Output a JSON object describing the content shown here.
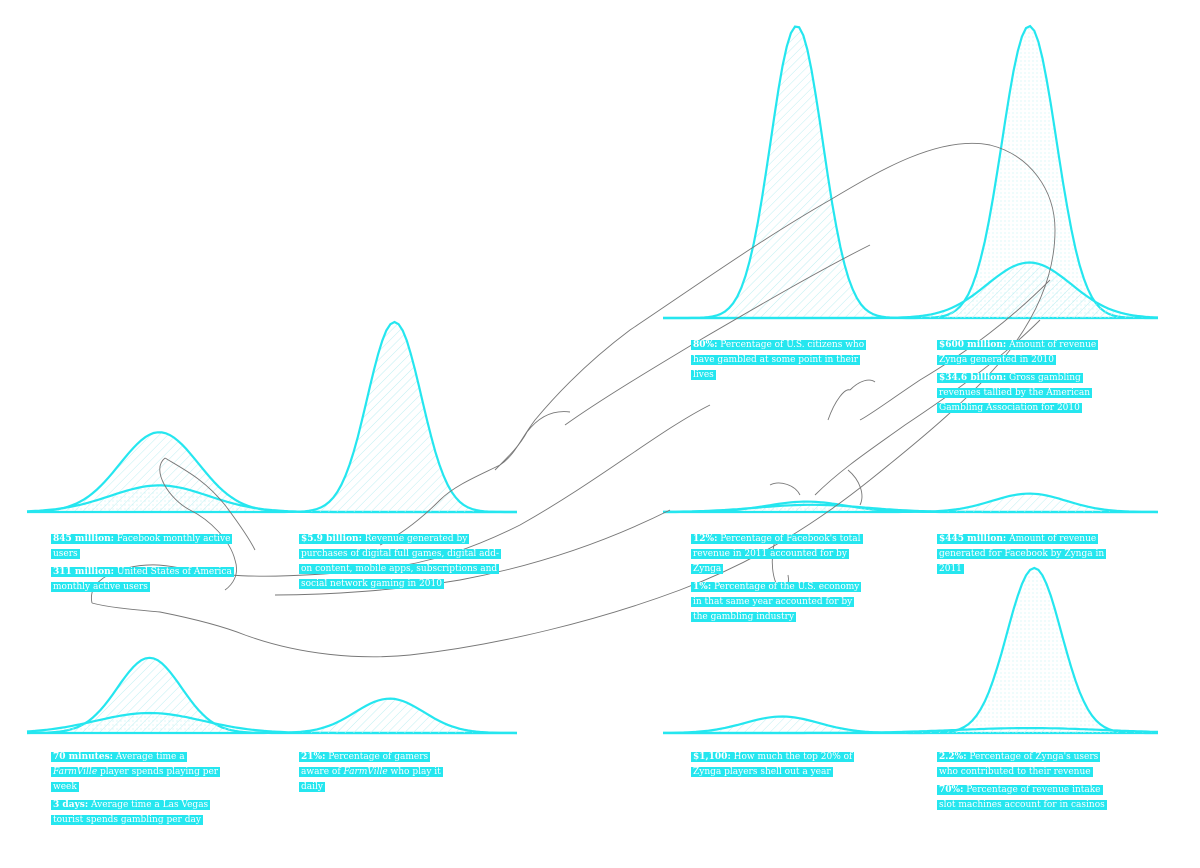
{
  "colors": {
    "accent": "#25e6ef",
    "label_text": "#ffffff",
    "drawing_line": "#777777",
    "background": "#ffffff"
  },
  "chart_data": {
    "type": "area",
    "panels": [
      {
        "id": "p1",
        "curves": [
          {
            "peak": 0.42,
            "center": 0.27,
            "width": 0.16
          },
          {
            "peak": 0.14,
            "center": 0.27,
            "width": 0.2
          },
          {
            "peak": 1.0,
            "center": 0.75,
            "width": 0.11
          }
        ],
        "stats": [
          [
            {
              "value": "845 million:",
              "text": " Facebook monthly active users"
            },
            {
              "value": "311 million:",
              "text": " United States of America monthly active users"
            }
          ],
          [
            {
              "value": "$5.9 billion:",
              "text": " Revenue generated by purchases of digital full games, digital add-on content, mobile apps, subscriptions and social network gaming in 2010"
            }
          ]
        ]
      },
      {
        "id": "p2",
        "curves": [
          {
            "peak": 1.0,
            "center": 0.27,
            "width": 0.105
          },
          {
            "peak": 1.0,
            "center": 0.74,
            "width": 0.11
          },
          {
            "peak": 0.19,
            "center": 0.74,
            "width": 0.17
          }
        ],
        "stats": [
          [
            {
              "value": "80%:",
              "text": " Percentage of U.S. citizens who have gambled at some point in their lives"
            }
          ],
          [
            {
              "value": "$600 million:",
              "text": " Amount of revenue Zynga generated in 2010"
            },
            {
              "value": "$34.6 billion:",
              "text": " Gross gambling revenues tallied by the American Gambling Association for 2010"
            }
          ]
        ]
      },
      {
        "id": "p3",
        "curves": [
          {
            "peak": 0.13,
            "center": 0.29,
            "width": 0.16
          },
          {
            "peak": 0.09,
            "center": 0.3,
            "width": 0.22
          },
          {
            "peak": 0.23,
            "center": 0.74,
            "width": 0.15
          }
        ],
        "stats": [
          [
            {
              "value": "12%:",
              "text": " Percentage of Facebook's total revenue in 2011 accounted for by Zynga"
            },
            {
              "value": "1%:",
              "text": " Percentage of the U.S. economy in that same year accounted for by the gambling industry"
            }
          ],
          [
            {
              "value": "$445 million:",
              "text": " Amount of revenue generated for Facebook by Zynga in 2011"
            }
          ]
        ]
      },
      {
        "id": "p4",
        "curves": [
          {
            "peak": 0.94,
            "center": 0.25,
            "width": 0.13
          },
          {
            "peak": 0.25,
            "center": 0.25,
            "width": 0.22
          },
          {
            "peak": 0.43,
            "center": 0.74,
            "width": 0.14
          }
        ],
        "stats": [
          [
            {
              "value": "70 minutes:",
              "text": " Average time a ",
              "em": "FarmVille",
              "after": " player spends playing per week"
            },
            {
              "value": "3 days:",
              "text": " Average time a Las Vegas tourist spends gambling per day"
            }
          ],
          [
            {
              "value": "21%:",
              "text": " Percentage of gamers aware of ",
              "em": "FarmVille",
              "after": " who play it daily"
            }
          ]
        ]
      },
      {
        "id": "p5",
        "curves": [
          {
            "peak": 0.1,
            "center": 0.24,
            "width": 0.15
          },
          {
            "peak": 1.0,
            "center": 0.75,
            "width": 0.11
          },
          {
            "peak": 0.03,
            "center": 0.74,
            "width": 0.3
          }
        ],
        "stats": [
          [
            {
              "value": "$1,100:",
              "text": " How much the top 20% of Zynga players shell out a year"
            }
          ],
          [
            {
              "value": "2.2%:",
              "text": " Percentage of Zynga's users who contributed to their revenue"
            },
            {
              "value": "70%:",
              "text": " Percentage of revenue intake slot machines account for in casinos"
            }
          ]
        ]
      }
    ]
  }
}
